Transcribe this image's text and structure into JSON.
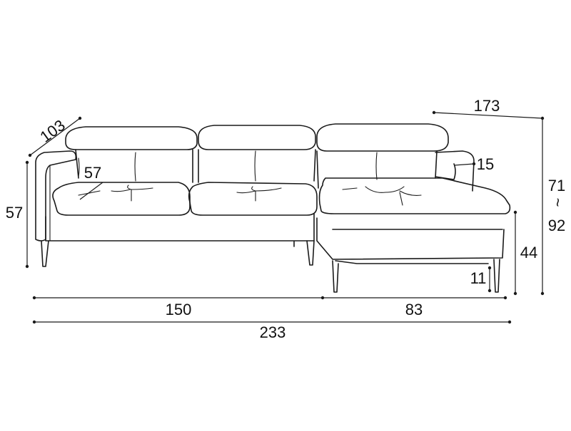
{
  "dimensions": {
    "total_width": "233",
    "main_width": "150",
    "chaise_width": "83",
    "depth": "103",
    "chaise_length": "173",
    "arm_height": "57",
    "seat_depth": "57",
    "armrest_width": "15",
    "seat_height": "44",
    "leg_height": "11",
    "back_height_min": "71",
    "back_height_tilde": "~",
    "back_height_max": "92"
  },
  "colors": {
    "line": "#1a1a1a",
    "background": "#ffffff"
  }
}
